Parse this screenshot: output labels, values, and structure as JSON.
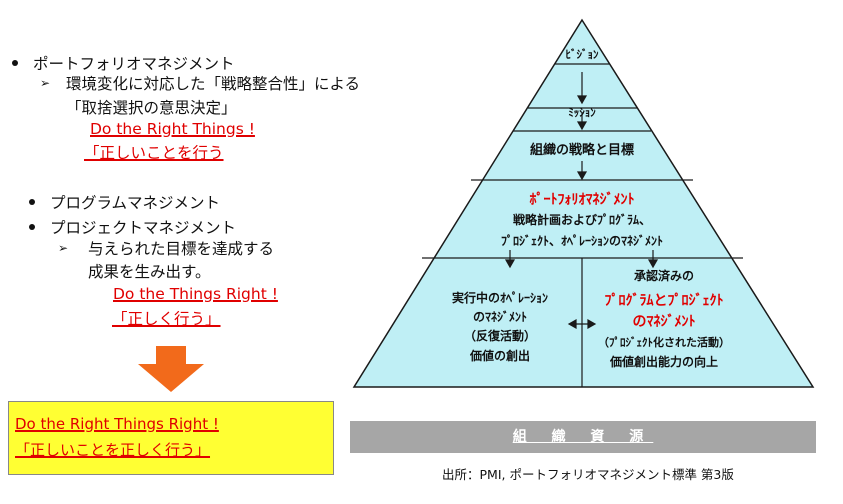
{
  "left": {
    "b1": "ポートフォリオマネジメント",
    "b1_sub1": "環境変化に対応した「戦略整合性」による",
    "b1_sub2": "「取捨選択の意思決定」",
    "b1_red1": "Do the Right Things !",
    "b1_red2": "「正しいことを行う",
    "b2": "プログラムマネジメント",
    "b3": "プロジェクトマネジメント",
    "b3_sub1": "与えられた目標を達成する",
    "b3_sub2": "成果を生み出す。",
    "b3_red1": "Do the Things Right !",
    "b3_red2": "「正しく行う」",
    "box_line1": "Do the Right Things Right !",
    "box_line2": "「正しいことを正しく行う」"
  },
  "pyramid": {
    "vision": "ﾋﾞｼﾞｮﾝ",
    "mission": "ﾐｯｼｮﾝ",
    "strategy": "組織の戦略と目標",
    "pm_title": "ﾎﾟｰﾄﾌｫﾘｵﾏﾈｼﾞﾒﾝﾄ",
    "pm_sub1": "戦略計画およびﾌﾟﾛｸﾞﾗﾑ、",
    "pm_sub2": "ﾌﾟﾛｼﾞｪｸﾄ、ｵﾍﾟﾚｰｼｮﾝのﾏﾈｼﾞﾒﾝﾄ",
    "ops1": "実行中のｵﾍﾟﾚｰｼｮﾝ",
    "ops2": "のﾏﾈｼﾞﾒﾝﾄ",
    "ops3": "（反復活動）",
    "ops4": "価値の創出",
    "proj1": "承認済みの",
    "proj2": "ﾌﾟﾛｸﾞﾗﾑとﾌﾟﾛｼﾞｪｸﾄ",
    "proj3": "のﾏﾈｼﾞﾒﾝﾄ",
    "proj4": "（ﾌﾟﾛｼﾞｪｸﾄ化された活動）",
    "proj5": "価値創出能力の向上"
  },
  "resources": "組 織 資 源",
  "source": "出所：PMI, ポートフォリオマネジメント標準 第3版",
  "colors": {
    "pyramid_fill": "#bfeff5",
    "accent_red": "#e00000",
    "arrow_orange": "#f26a1b",
    "box_yellow": "#ffff33",
    "bar_gray": "#a6a6a6"
  }
}
